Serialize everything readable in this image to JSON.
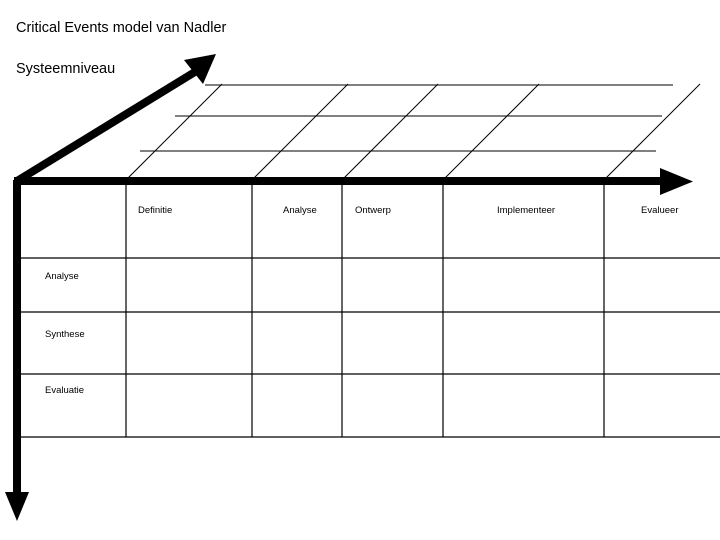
{
  "slide": {
    "title": "Critical Events model van Nadler",
    "vertical_axis_label": "Systeemniveau",
    "background_color": "#ffffff",
    "line_color": "#000000"
  },
  "matrix": {
    "column_headers": [
      {
        "label": "",
        "name": "col-head-blank"
      },
      {
        "label": "Definitie",
        "name": "col-head-definitie"
      },
      {
        "label": "Analyse",
        "name": "col-head-analyse"
      },
      {
        "label": "Ontwerp",
        "name": "col-head-ontwerp"
      },
      {
        "label": "Implementeer",
        "name": "col-head-implementeer"
      },
      {
        "label": "Evalueer",
        "name": "col-head-evalueer"
      }
    ],
    "row_headers": [
      {
        "label": "",
        "name": "row-head-blank"
      },
      {
        "label": "Analyse",
        "name": "row-head-analyse"
      },
      {
        "label": "Synthese",
        "name": "row-head-synthese"
      },
      {
        "label": "Evaluatie",
        "name": "row-head-evaluatie"
      }
    ]
  },
  "arrows": {
    "horizontal": "right-arrow",
    "vertical": "down-arrow",
    "diagonal": "up-right-arrow"
  }
}
